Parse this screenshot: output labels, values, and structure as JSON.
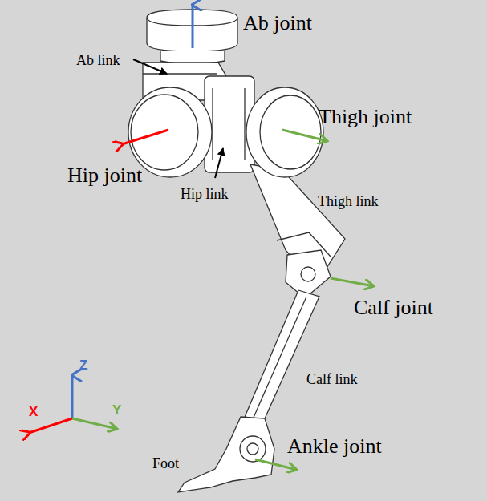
{
  "diagram": {
    "labels": [
      "Ab joint",
      "Ab link",
      "Hip joint",
      "Hip link",
      "Thigh joint",
      "Thigh link",
      "Calf joint",
      "Calf link",
      "Ankle joint",
      "Foot",
      "Z",
      "X",
      "Y"
    ]
  }
}
